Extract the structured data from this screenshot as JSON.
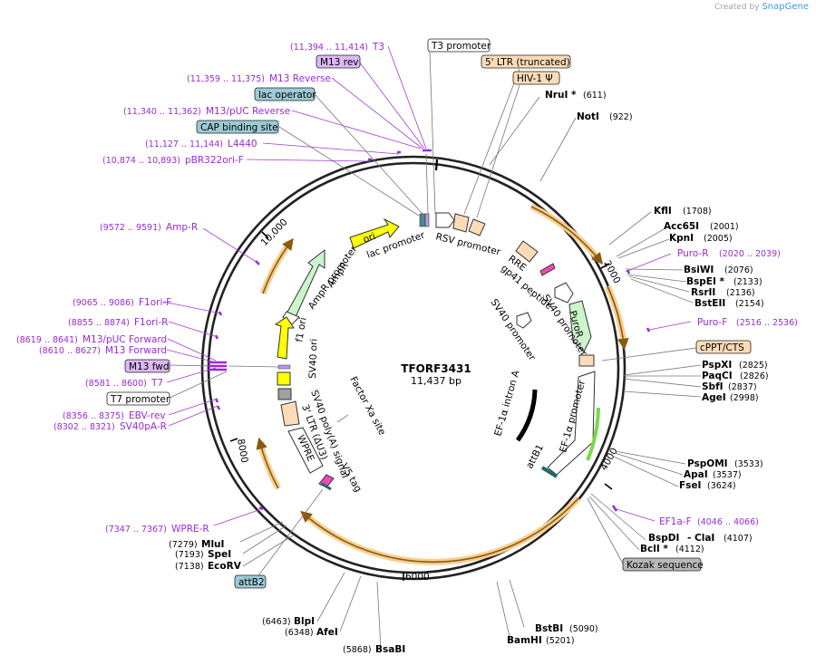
{
  "credit": {
    "prefix": "Created by",
    "brand": "SnapGene"
  },
  "plasmid": {
    "name": "TFORF3431",
    "size_label": "11,437 bp"
  },
  "ticks": [
    "2000",
    "4000",
    "6000",
    "8000",
    "10,000"
  ],
  "enzymes": [
    {
      "name": "NruI *",
      "pos": "(611)"
    },
    {
      "name": "NotI",
      "pos": "(922)"
    },
    {
      "name": "KflI",
      "pos": "(1708)"
    },
    {
      "name": "Acc65I",
      "pos": "(2001)"
    },
    {
      "name": "KpnI",
      "pos": "(2005)"
    },
    {
      "name": "BsiWI",
      "pos": "(2076)"
    },
    {
      "name": "BspEI *",
      "pos": "(2133)"
    },
    {
      "name": "RsrII",
      "pos": "(2136)"
    },
    {
      "name": "BstEII",
      "pos": "(2154)"
    },
    {
      "name": "PspXI",
      "pos": "(2825)"
    },
    {
      "name": "PaqCI",
      "pos": "(2826)"
    },
    {
      "name": "SbfI",
      "pos": "(2837)"
    },
    {
      "name": "AgeI",
      "pos": "(2998)"
    },
    {
      "name": "PspOMI",
      "pos": "(3533)"
    },
    {
      "name": "ApaI",
      "pos": "(3537)"
    },
    {
      "name": "FseI",
      "pos": "(3624)"
    },
    {
      "name": "BspDI",
      "pos": "(4107)"
    },
    {
      "name": "- ClaI",
      "pos": ""
    },
    {
      "name": "BclI *",
      "pos": "(4112)"
    },
    {
      "name": "BstBI",
      "pos": "(5090)"
    },
    {
      "name": "BamHI",
      "pos": "(5201)"
    },
    {
      "name": "BsaBI",
      "pos": "(5868)"
    },
    {
      "name": "AfeI",
      "pos": "(6348)"
    },
    {
      "name": "BlpI",
      "pos": "(6463)"
    },
    {
      "name": "EcoRV",
      "pos": "(7138)"
    },
    {
      "name": "SpeI",
      "pos": "(7193)"
    },
    {
      "name": "MluI",
      "pos": "(7279)"
    }
  ],
  "primers": [
    {
      "range": "(11,394 .. 11,414)",
      "name": "T3"
    },
    {
      "range": "(11,359 .. 11,375)",
      "name": "M13 Reverse"
    },
    {
      "range": "(11,340 .. 11,362)",
      "name": "M13/pUC Reverse"
    },
    {
      "range": "(11,127 .. 11,144)",
      "name": "L4440"
    },
    {
      "range": "(10,874 .. 10,893)",
      "name": "pBR322ori-F"
    },
    {
      "range": "(9572 .. 9591)",
      "name": "Amp-R"
    },
    {
      "range": "(9065 .. 9086)",
      "name": "F1ori-F"
    },
    {
      "range": "(8855 .. 8874)",
      "name": "F1ori-R"
    },
    {
      "range": "(8619 .. 8641)",
      "name": "M13/pUC Forward"
    },
    {
      "range": "(8610 .. 8627)",
      "name": "M13 Forward"
    },
    {
      "range": "(8581 .. 8600)",
      "name": "T7"
    },
    {
      "range": "(8356 .. 8375)",
      "name": "EBV-rev"
    },
    {
      "range": "(8302 .. 8321)",
      "name": "SV40pA-R"
    },
    {
      "range": "(7347 .. 7367)",
      "name": "WPRE-R"
    },
    {
      "range": "(2020 .. 2039)",
      "name": "Puro-R"
    },
    {
      "range": "(2516 .. 2536)",
      "name": "Puro-F"
    },
    {
      "range": "(4046 .. 4066)",
      "name": "EF1a-F"
    }
  ],
  "boxed_labels": {
    "m13_rev": "M13 rev",
    "lac_operator": "lac operator",
    "cap_site": "CAP binding site",
    "t3_promoter": "T3 promoter",
    "ltr5": "5' LTR (truncated)",
    "hiv_psi": "HIV-1 Ψ",
    "cppt": "cPPT/CTS",
    "kozak": "Kozak sequence",
    "attb2": "attB2",
    "m13_fwd": "M13 fwd",
    "t7_promoter": "T7 promoter"
  },
  "inner_labels": {
    "rsv": "RSV promoter",
    "rre": "RRE",
    "gp41": "gp41 peptide",
    "sv40_prom_a": "SV40 promoter",
    "sv40_prom_b": "SV40 promoter",
    "puror": "PuroR",
    "ef1a_prom": "EF-1α promoter",
    "ef1a_intron": "EF-1α intron A",
    "attb1": "attB1",
    "lac_promoter": "lac promoter",
    "ori": "ori",
    "ampr": "AmpR",
    "ampr_promoter": "AmpR promoter",
    "f1_ori": "f1 ori",
    "sv40_ori": "SV40 ori",
    "sv40_polya": "SV40 poly(A) signal",
    "ltr3": "3' LTR (ΔU3)",
    "wpre": "WPRE",
    "v5": "V5 tag",
    "factor_xa": "Factor Xa site"
  },
  "colors": {
    "primer": "#9a2bd4",
    "orf_arc": "#f2b04a",
    "ori": "#ffff00",
    "ampr": "#ccf5cc",
    "peach": "#fcdcb8",
    "teal": "#9ccbd6"
  }
}
